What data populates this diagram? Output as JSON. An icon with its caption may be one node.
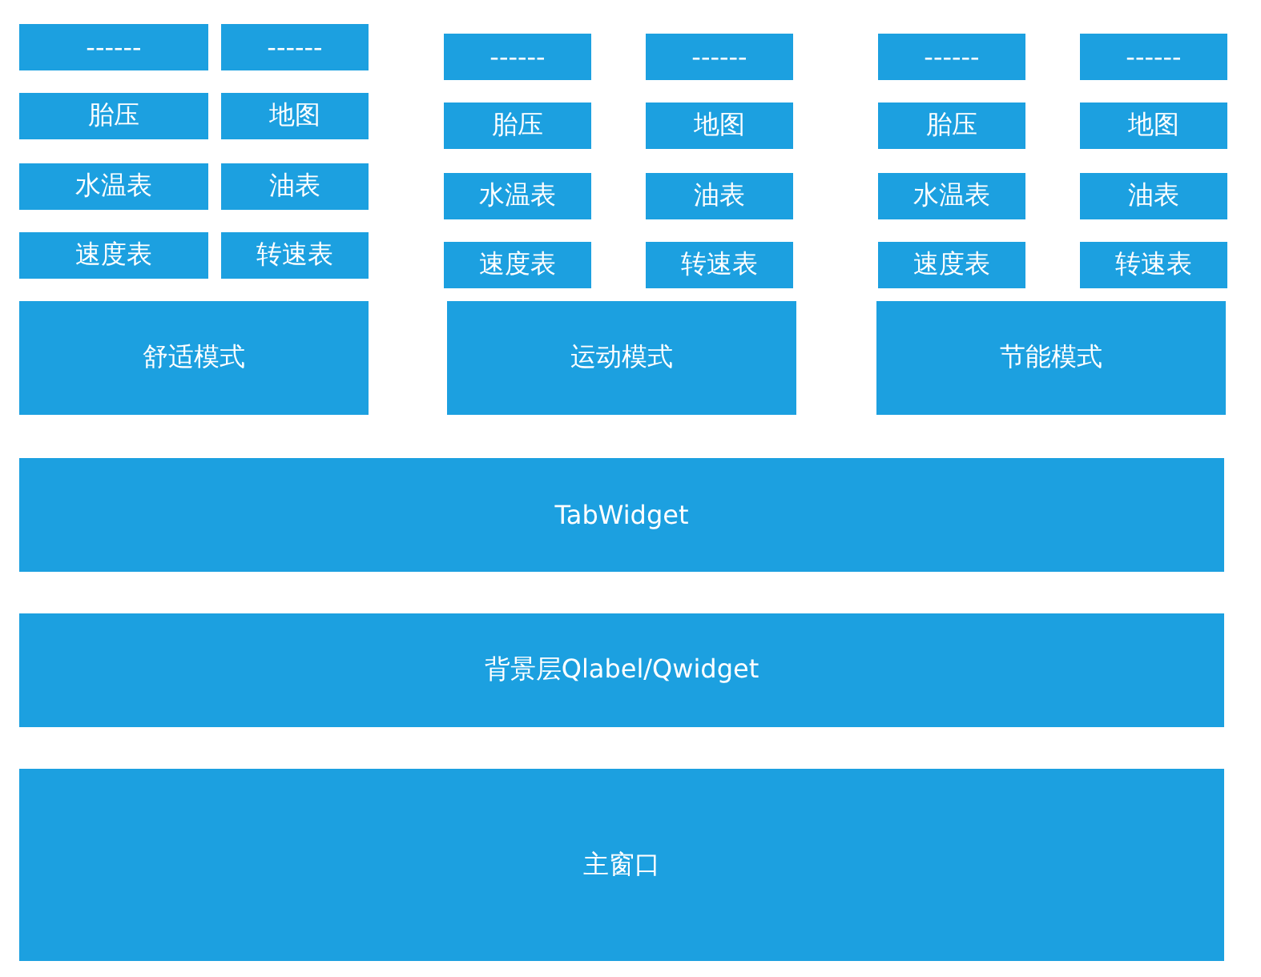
{
  "diagram": {
    "nodes": [
      {
        "text": [
          "------"
        ]
      },
      {
        "text": [
          "------"
        ]
      },
      {
        "text": [
          "------"
        ]
      },
      {
        "text": [
          "------"
        ]
      },
      {
        "text": [
          "------"
        ]
      },
      {
        "text": [
          "------"
        ]
      },
      {
        "text": [
          "胎压"
        ]
      },
      {
        "text": [
          "地图"
        ]
      },
      {
        "text": [
          "胎压"
        ]
      },
      {
        "text": [
          "地图"
        ]
      },
      {
        "text": [
          "胎压"
        ]
      },
      {
        "text": [
          "地图"
        ]
      },
      {
        "text": [
          "水温表"
        ]
      },
      {
        "text": [
          "油表"
        ]
      },
      {
        "text": [
          "水温表"
        ]
      },
      {
        "text": [
          "油表"
        ]
      },
      {
        "text": [
          "水温表"
        ]
      },
      {
        "text": [
          "油表"
        ]
      },
      {
        "text": [
          "速度表"
        ]
      },
      {
        "text": [
          "转速表"
        ]
      },
      {
        "text": [
          "速度表"
        ]
      },
      {
        "text": [
          "转速表"
        ]
      },
      {
        "text": [
          "速度表"
        ]
      },
      {
        "text": [
          "转速表"
        ]
      },
      {
        "text": [
          "舒适模式"
        ]
      },
      {
        "text": [
          "运动模式"
        ]
      },
      {
        "text": [
          "节能模式"
        ]
      },
      {
        "text": [
          "TabWidget"
        ]
      },
      {
        "text": [
          "背景层Qlabel/Qwidget"
        ]
      },
      {
        "text": [
          "主窗口"
        ]
      }
    ],
    "edges": []
  }
}
